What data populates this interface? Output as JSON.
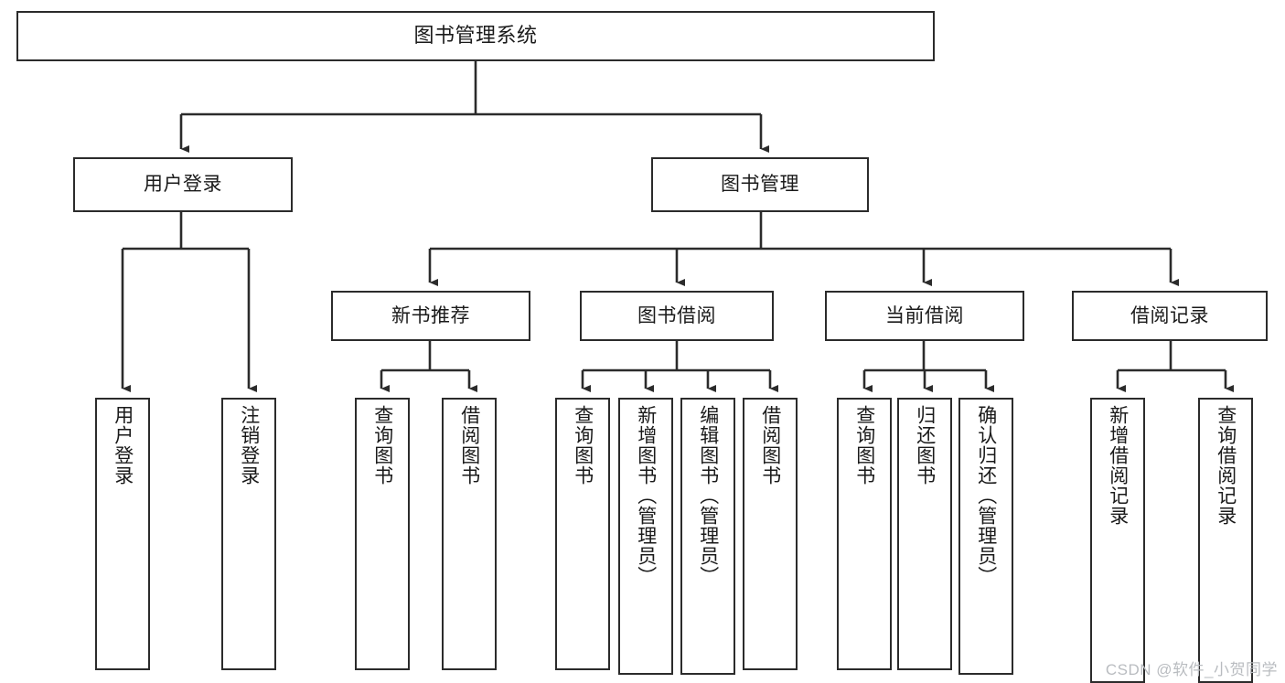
{
  "diagram": {
    "type": "tree-hierarchy",
    "title": "图书管理系统",
    "watermark": "CSDN @软件_小贺同学",
    "colors": {
      "stroke": "#2b2b2b",
      "fill": "#ffffff",
      "text": "#1a1a1a",
      "watermark": "#b9bcc0"
    },
    "levels": {
      "root": {
        "label": "图书管理系统"
      },
      "level2": [
        {
          "id": "user-login",
          "label": "用户登录"
        },
        {
          "id": "book-manage",
          "label": "图书管理"
        }
      ],
      "level3": [
        {
          "id": "new-book-recommend",
          "label": "新书推荐"
        },
        {
          "id": "book-borrow",
          "label": "图书借阅"
        },
        {
          "id": "current-borrow",
          "label": "当前借阅"
        },
        {
          "id": "borrow-record",
          "label": "借阅记录"
        }
      ],
      "leaves": {
        "user-login": [
          {
            "id": "leaf-user-login",
            "label": "用户登录"
          },
          {
            "id": "leaf-logout-login",
            "label": "注销登录"
          }
        ],
        "new-book-recommend": [
          {
            "id": "leaf-query-book-1",
            "label": "查询图书"
          },
          {
            "id": "leaf-borrow-book-1",
            "label": "借阅图书"
          }
        ],
        "book-borrow": [
          {
            "id": "leaf-query-book-2",
            "label": "查询图书"
          },
          {
            "id": "leaf-add-book",
            "label": "新增图书（管理员）"
          },
          {
            "id": "leaf-edit-book",
            "label": "编辑图书（管理员）"
          },
          {
            "id": "leaf-borrow-book-2",
            "label": "借阅图书"
          }
        ],
        "current-borrow": [
          {
            "id": "leaf-query-book-3",
            "label": "查询图书"
          },
          {
            "id": "leaf-return-book",
            "label": "归还图书"
          },
          {
            "id": "leaf-confirm-return",
            "label": "确认归还（管理员）"
          }
        ],
        "borrow-record": [
          {
            "id": "leaf-add-record",
            "label": "新增借阅记录"
          },
          {
            "id": "leaf-query-record",
            "label": "查询借阅记录"
          }
        ]
      }
    }
  }
}
